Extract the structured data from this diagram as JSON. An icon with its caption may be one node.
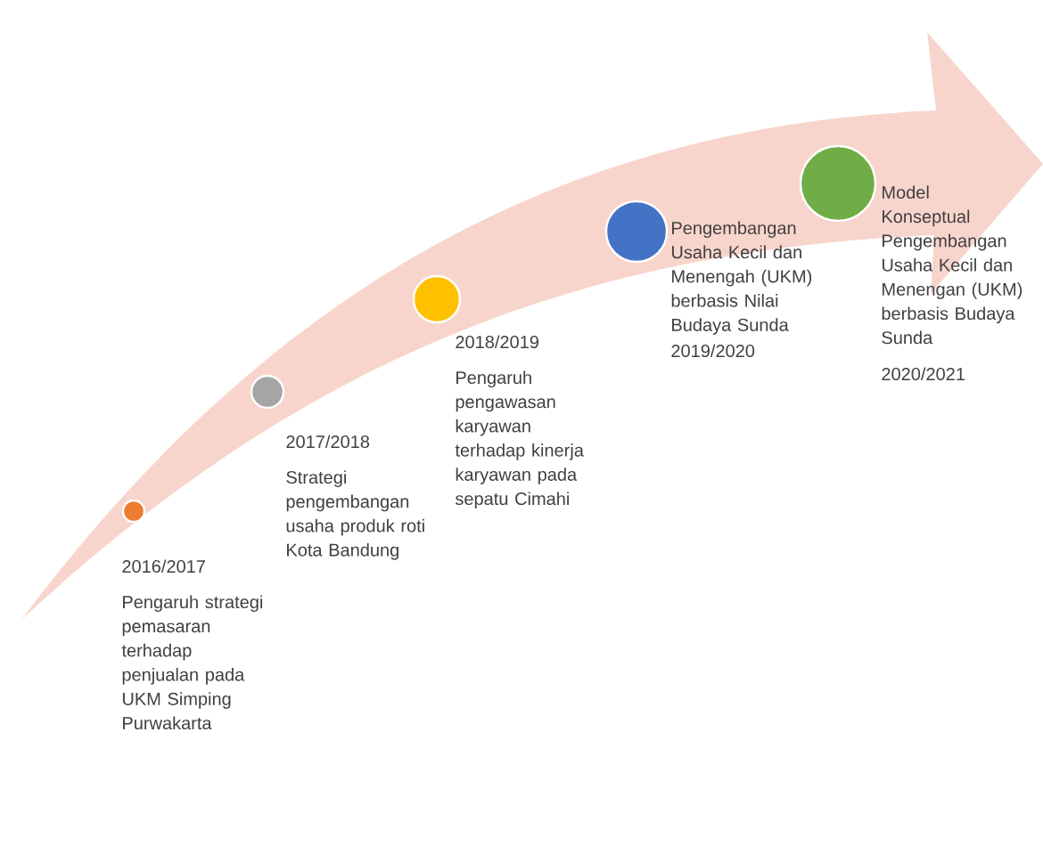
{
  "diagram": {
    "nodes": [
      {
        "text": [],
        "shape": "circle",
        "beside": [
          "2016/2017",
          "Pengaruh strategi pemasaran terhadap penjualan pada UKM Simping Purwakarta"
        ]
      },
      {
        "text": [],
        "shape": "circle",
        "beside": [
          "2017/2018",
          "Strategi pengembangan usaha produk roti Kota Bandung"
        ]
      },
      {
        "text": [],
        "shape": "circle",
        "beside": [
          "2018/2019",
          "Pengaruh pengawasan karyawan terhadap kinerja karyawan pada sepatu Cimahi"
        ]
      },
      {
        "text": [],
        "shape": "circle",
        "beside": [
          "Pengembangan Usaha Kecil dan Menengah (UKM) berbasis Nilai Budaya Sunda",
          "2019/2020"
        ]
      },
      {
        "text": [],
        "shape": "circle",
        "beside": [
          "Model Konseptual Pengembangan Usaha Kecil dan Menengan (UKM) berbasis Budaya Sunda",
          "2020/2021"
        ]
      }
    ]
  }
}
